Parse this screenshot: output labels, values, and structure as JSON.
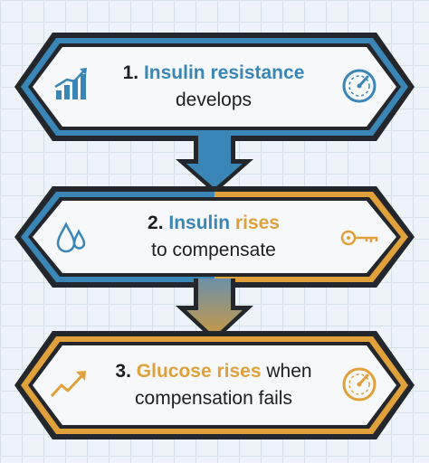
{
  "colors": {
    "blue": "#3a86b6",
    "orange": "#e0a03a",
    "outline": "#23262b",
    "box_fill": "#f6f8f9",
    "background": "#edf3f6"
  },
  "steps": [
    {
      "number": "1.",
      "highlight_blue": "Insulin resistance",
      "line2": "develops",
      "left_icon": "bar-chart-rising-icon",
      "right_icon": "gauge-icon"
    },
    {
      "number": "2.",
      "highlight_blue": "Insulin",
      "highlight_orange": "rises",
      "line2": "to compensate",
      "left_icon": "droplets-icon",
      "right_icon": "key-icon"
    },
    {
      "number": "3.",
      "highlight_orange": "Glucose rises",
      "rest": "when",
      "line2": "compensation fails",
      "left_icon": "trend-up-arrow-icon",
      "right_icon": "gauge-icon"
    }
  ]
}
